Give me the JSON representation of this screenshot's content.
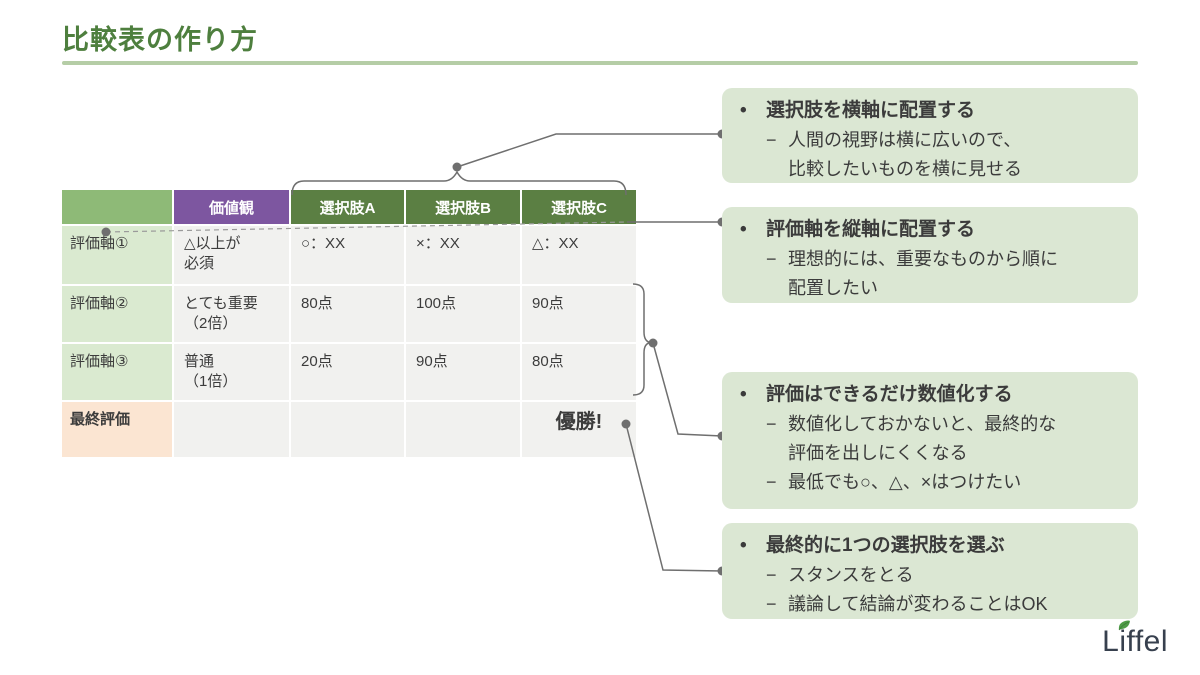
{
  "page": {
    "title": "比較表の作り方"
  },
  "ui": {
    "bullet": "•",
    "dash": "−"
  },
  "colors": {
    "title_green": "#4e7f3e",
    "rule_green": "#b5cda6",
    "header_green": "#5b7f43",
    "corner_green": "#8eba77",
    "values_purple": "#7d56a0",
    "row_label_green": "#daead0",
    "cell_gray": "#f1f1ef",
    "final_row_peach": "#fbe5d2",
    "callout_green": "#dbe7d3",
    "connector_gray": "#6f6f6f",
    "text": "#3c3c3c",
    "logo_navy": "#37404e",
    "leaf_green": "#4e9b47"
  },
  "table": {
    "header": [
      "",
      "価値観",
      "選択肢A",
      "選択肢B",
      "選択肢C"
    ],
    "rows": [
      {
        "label": "評価軸①",
        "cells": [
          [
            "△以上が",
            "必須"
          ],
          [
            "○：XX"
          ],
          [
            "×：XX"
          ],
          [
            "△：XX"
          ]
        ]
      },
      {
        "label": "評価軸②",
        "cells": [
          [
            "とても重要",
            "（2倍）"
          ],
          [
            "80点"
          ],
          [
            "100点"
          ],
          [
            "90点"
          ]
        ]
      },
      {
        "label": "評価軸③",
        "cells": [
          [
            "普通",
            "（1倍）"
          ],
          [
            "20点"
          ],
          [
            "90点"
          ],
          [
            "80点"
          ]
        ]
      },
      {
        "label": "最終評価",
        "cells": [
          [
            ""
          ],
          [
            ""
          ],
          [
            ""
          ],
          [
            "優勝!"
          ]
        ]
      }
    ]
  },
  "callouts": [
    {
      "title": "選択肢を横軸に配置する",
      "lines": [
        {
          "text": "人間の視野は横に広いので、"
        },
        {
          "text": "比較したいものを横に見せる"
        }
      ]
    },
    {
      "title": "評価軸を縦軸に配置する",
      "lines": [
        {
          "text": "理想的には、重要なものから順に"
        },
        {
          "text": "配置したい"
        }
      ]
    },
    {
      "title": "評価はできるだけ数値化する",
      "lines": [
        {
          "text": "数値化しておかないと、最終的な"
        },
        {
          "text": "評価を出しにくくなる"
        },
        {
          "text": "最低でも○、△、×はつけたい"
        }
      ]
    },
    {
      "title": "最終的に1つの選択肢を選ぶ",
      "lines": [
        {
          "text": "スタンスをとる"
        },
        {
          "text": "議論して結論が変わることはOK"
        }
      ]
    }
  ],
  "logo": {
    "text": "Liffel"
  }
}
